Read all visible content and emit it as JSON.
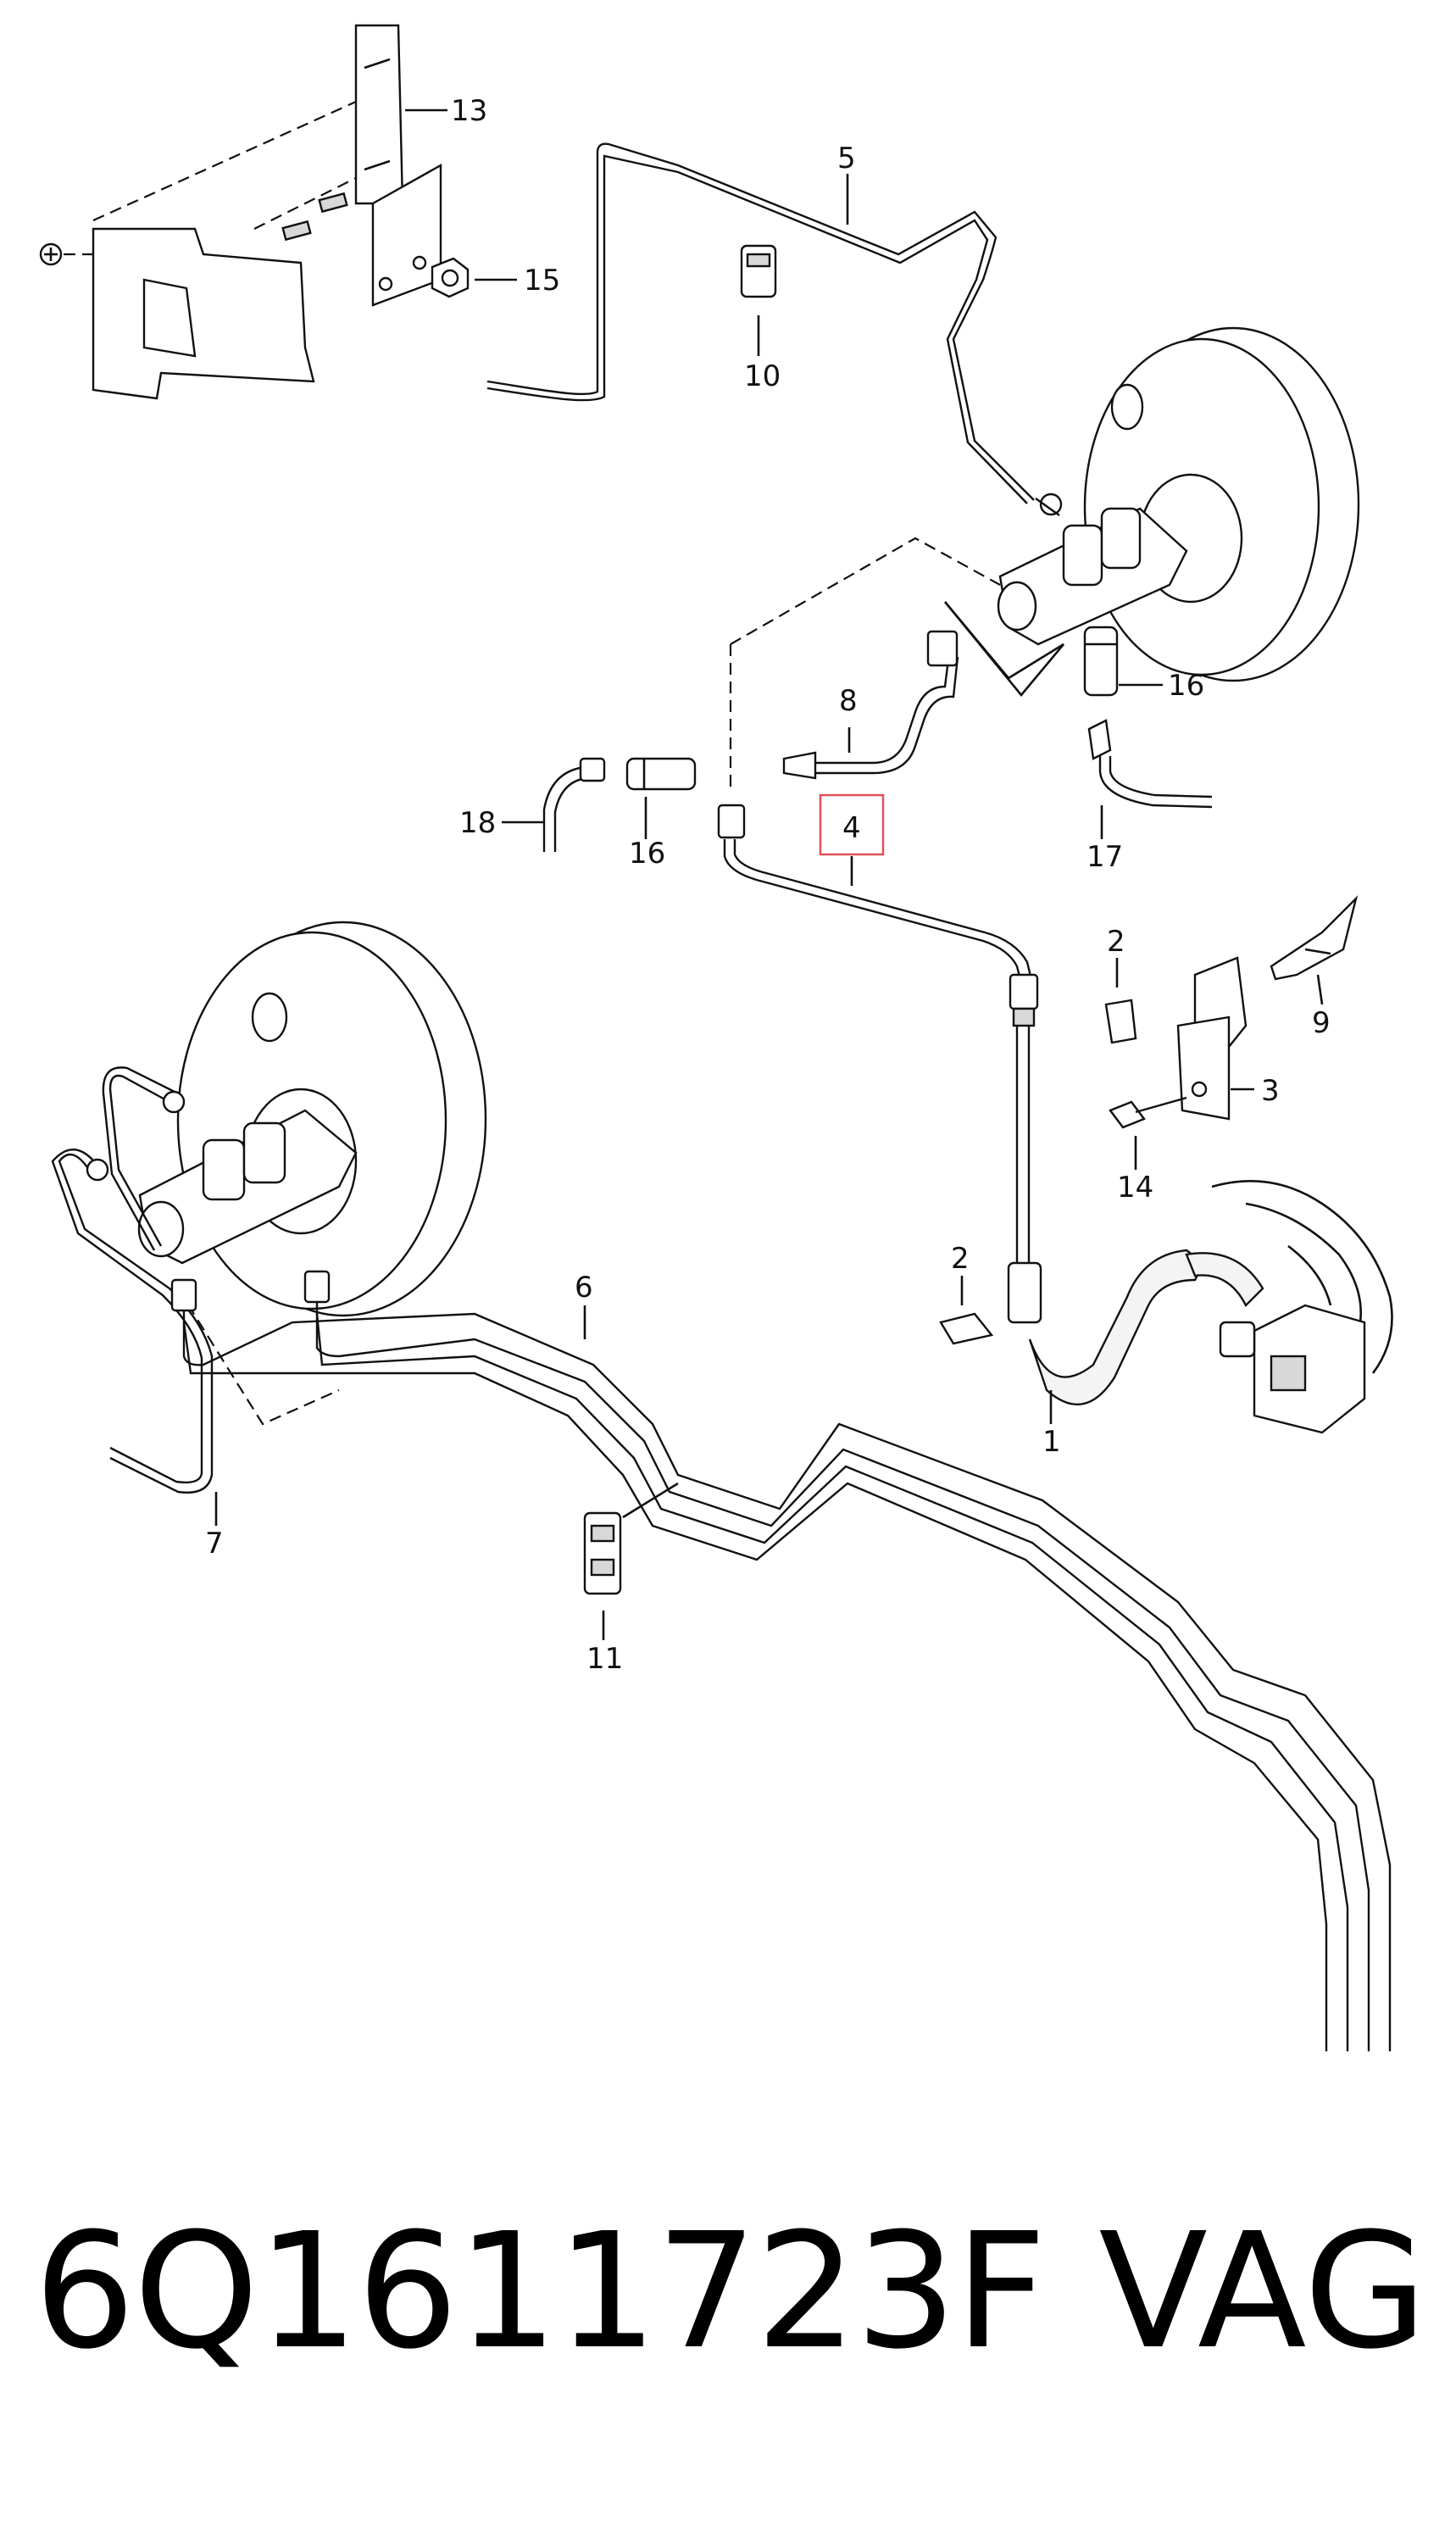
{
  "callouts": {
    "c1": "1",
    "c2a": "2",
    "c2b": "2",
    "c3": "3",
    "c4": "4",
    "c5": "5",
    "c6": "6",
    "c7": "7",
    "c8": "8",
    "c9": "9",
    "c10": "10",
    "c11": "11",
    "c13": "13",
    "c14": "14",
    "c15": "15",
    "c16a": "16",
    "c16b": "16",
    "c17": "17",
    "c18": "18"
  },
  "highlight": {
    "label": "4",
    "color": "#e0505a"
  },
  "footer": {
    "part_number": "6Q1611723F",
    "brand": "VAG"
  }
}
